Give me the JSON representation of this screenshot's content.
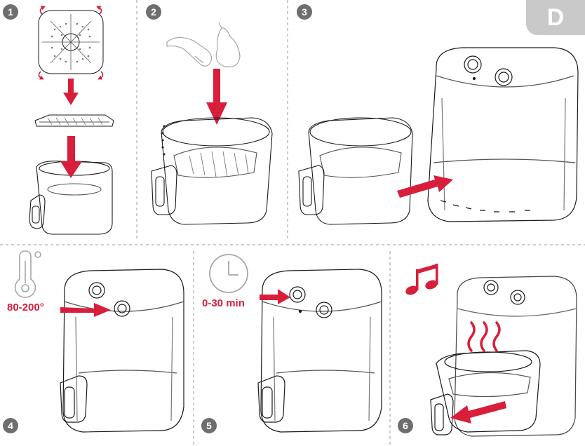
{
  "section": {
    "letter": "D"
  },
  "steps": [
    {
      "number": "1",
      "illustration": "basket-and-crisper-plate"
    },
    {
      "number": "2",
      "illustration": "add-food-to-basket"
    },
    {
      "number": "3",
      "illustration": "insert-basket"
    },
    {
      "number": "4",
      "illustration": "set-temperature",
      "callout": "80-200°",
      "icon": "thermometer-icon"
    },
    {
      "number": "5",
      "illustration": "set-timer",
      "callout": "0-30 min",
      "icon": "clock-icon"
    },
    {
      "number": "6",
      "illustration": "finished-cooking",
      "icon": "music-note-icon"
    }
  ],
  "colors": {
    "accent": "#d81e3a",
    "line": "#1a1a1a",
    "grey_icon": "#a7a7a7",
    "divider": "#9a9a9a",
    "badge": "#6e6e6e"
  }
}
